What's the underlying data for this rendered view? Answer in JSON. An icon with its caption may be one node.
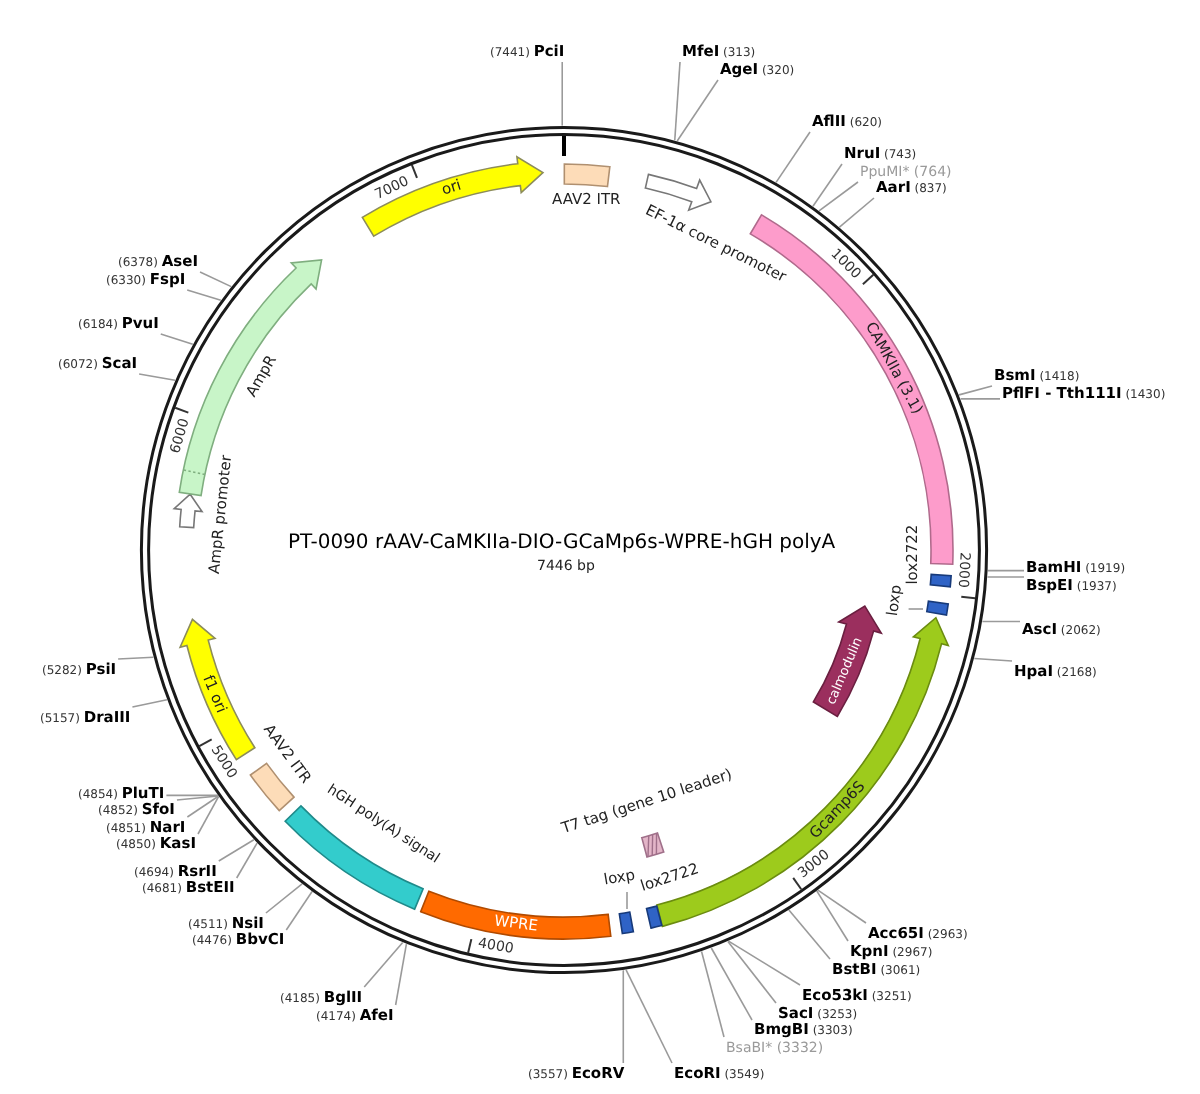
{
  "diagram": {
    "title": "PT-0090 rAAV-CaMKIIa-DIO-GCaMp6s-WPRE-hGH polyA",
    "nodes": [
      {
        "text": [
          "(7441) **PciI**"
        ]
      },
      {
        "text": [
          "**MfeI** (313)"
        ]
      },
      {
        "text": [
          "**AgeI** (320)"
        ]
      },
      {
        "text": [
          "**AflII** (620)"
        ]
      },
      {
        "text": [
          "**NruI** (743)"
        ]
      },
      {
        "text": [
          "PpuMI* (764)"
        ]
      },
      {
        "text": [
          "**AarI** (837)"
        ]
      },
      {
        "text": [
          "**BsmI** (1418)"
        ]
      },
      {
        "text": [
          "**PflFI - Tth111I** (1430)"
        ]
      },
      {
        "text": [
          "(6378) **AseI**"
        ]
      },
      {
        "text": [
          "(6330) **FspI**"
        ]
      },
      {
        "text": [
          "(6184) **PvuI**"
        ]
      },
      {
        "text": [
          "(6072) **ScaI**"
        ]
      },
      {
        "text": [
          "**BamHI** (1919)"
        ]
      },
      {
        "text": [
          "**BspEI** (1937)"
        ]
      },
      {
        "text": [
          "**AscI** (2062)"
        ]
      },
      {
        "text": [
          "**HpaI** (2168)"
        ]
      },
      {
        "text": [
          "(5282) **PsiI**"
        ]
      },
      {
        "text": [
          "(5157) **DraIII**"
        ]
      },
      {
        "text": [
          "(4854) **PluTI**"
        ]
      },
      {
        "text": [
          "(4852) **SfoI**"
        ]
      },
      {
        "text": [
          "(4851) **NarI**"
        ]
      },
      {
        "text": [
          "(4850) **KasI**"
        ]
      },
      {
        "text": [
          "(4694) **RsrII**"
        ]
      },
      {
        "text": [
          "(4681) **BstEII**"
        ]
      },
      {
        "text": [
          "(4511) **NsiI**"
        ]
      },
      {
        "text": [
          "(4476) **BbvCI**"
        ]
      },
      {
        "text": [
          "**Acc65I** (2963)"
        ]
      },
      {
        "text": [
          "**KpnI** (2967)"
        ]
      },
      {
        "text": [
          "**BstBI** (3061)"
        ]
      },
      {
        "text": [
          "**Eco53kI** (3251)"
        ]
      },
      {
        "text": [
          "**SacI** (3253)"
        ]
      },
      {
        "text": [
          "**BmgBI** (3303)"
        ]
      },
      {
        "text": [
          "BsaBI* (3332)"
        ]
      },
      {
        "text": [
          "(4185) **BglII**"
        ]
      },
      {
        "text": [
          "(4174) **AfeI**"
        ]
      },
      {
        "text": [
          "(3557) **EcoRV**"
        ]
      },
      {
        "text": [
          "**EcoRI** (3549)"
        ]
      },
      {
        "text": [],
        "shape": "circle"
      },
      {
        "text": [
          "ori"
        ],
        "in": 38
      },
      {
        "text": [
          "AAV2 ITR"
        ],
        "in": 38
      },
      {
        "text": [
          "EF-1α core promoter"
        ],
        "in": 38
      },
      {
        "text": [
          "CAMKIIa (3.1)"
        ],
        "in": 38
      },
      {
        "text": [
          "lox2722"
        ],
        "in": 38
      },
      {
        "text": [
          "loxp"
        ],
        "in": 38
      },
      {
        "text": [],
        "shape": "box",
        "in": 38
      },
      {
        "text": [
          "Gcamp6S"
        ],
        "in": 38
      },
      {
        "text": [
          "calmodulin"
        ],
        "in": 38
      },
      {
        "text": [
          "T7 tag (gene 10 leader)"
        ],
        "in": 38
      },
      {
        "text": [
          "lox2722"
        ],
        "in": 38
      },
      {
        "text": [
          "loxp"
        ],
        "in": 38
      },
      {
        "text": [],
        "shape": "box",
        "in": 38
      },
      {
        "text": [
          "WPRE"
        ],
        "in": 38
      },
      {
        "text": [
          "hGH poly(A) signal"
        ],
        "in": 38
      },
      {
        "text": [
          "AAV2 ITR"
        ],
        "in": 38
      },
      {
        "text": [
          "f1 ori"
        ],
        "in": 38
      },
      {
        "text": [
          "AmpR promoter"
        ],
        "in": 38
      },
      {
        "text": [
          "AmpR"
        ],
        "in": 38
      }
    ],
    "edges": [
      {
        "from": 0,
        "to": 38,
        "arrow": "none"
      },
      {
        "from": 1,
        "to": 38,
        "arrow": "none"
      },
      {
        "from": 2,
        "to": 38,
        "arrow": "none"
      },
      {
        "from": 3,
        "to": 38,
        "arrow": "none"
      },
      {
        "from": 4,
        "to": 38,
        "arrow": "none"
      },
      {
        "from": 5,
        "to": 38,
        "arrow": "none"
      },
      {
        "from": 6,
        "to": 38,
        "arrow": "none"
      },
      {
        "from": 7,
        "to": 38,
        "arrow": "none"
      },
      {
        "from": 8,
        "to": 38,
        "arrow": "none"
      },
      {
        "from": 9,
        "to": 38,
        "arrow": "none"
      },
      {
        "from": 10,
        "to": 38,
        "arrow": "none"
      },
      {
        "from": 11,
        "to": 38,
        "arrow": "none"
      },
      {
        "from": 12,
        "to": 38,
        "arrow": "none"
      },
      {
        "from": 13,
        "to": 38,
        "arrow": "none"
      },
      {
        "from": 14,
        "to": 38,
        "arrow": "none"
      },
      {
        "from": 15,
        "to": 38,
        "arrow": "none"
      },
      {
        "from": 16,
        "to": 38,
        "arrow": "none"
      },
      {
        "from": 17,
        "to": 38,
        "arrow": "none"
      },
      {
        "from": 18,
        "to": 38,
        "arrow": "none"
      },
      {
        "from": 19,
        "to": 38,
        "arrow": "none"
      },
      {
        "from": 20,
        "to": 38,
        "arrow": "none"
      },
      {
        "from": 21,
        "to": 38,
        "arrow": "none"
      },
      {
        "from": 22,
        "to": 38,
        "arrow": "none"
      },
      {
        "from": 23,
        "to": 38,
        "arrow": "none"
      },
      {
        "from": 24,
        "to": 38,
        "arrow": "none"
      },
      {
        "from": 25,
        "to": 38,
        "arrow": "none"
      },
      {
        "from": 26,
        "to": 38,
        "arrow": "none"
      },
      {
        "from": 27,
        "to": 38,
        "arrow": "none"
      },
      {
        "from": 28,
        "to": 38,
        "arrow": "none"
      },
      {
        "from": 29,
        "to": 38,
        "arrow": "none"
      },
      {
        "from": 30,
        "to": 38,
        "arrow": "none"
      },
      {
        "from": 31,
        "to": 38,
        "arrow": "none"
      },
      {
        "from": 32,
        "to": 38,
        "arrow": "none"
      },
      {
        "from": 33,
        "to": 38,
        "arrow": "none"
      },
      {
        "from": 34,
        "to": 38,
        "arrow": "none"
      },
      {
        "from": 35,
        "to": 38,
        "arrow": "none"
      },
      {
        "from": 36,
        "to": 38,
        "arrow": "none"
      },
      {
        "from": 37,
        "to": 38,
        "arrow": "none"
      },
      {
        "from": 44,
        "to": 45,
        "arrow": "none"
      },
      {
        "from": 50,
        "to": 51,
        "arrow": "none"
      }
    ],
    "labels": [
      "1000",
      "2000",
      "3000",
      "4000",
      "5000",
      "6000",
      "7000",
      "7446 bp"
    ]
  }
}
